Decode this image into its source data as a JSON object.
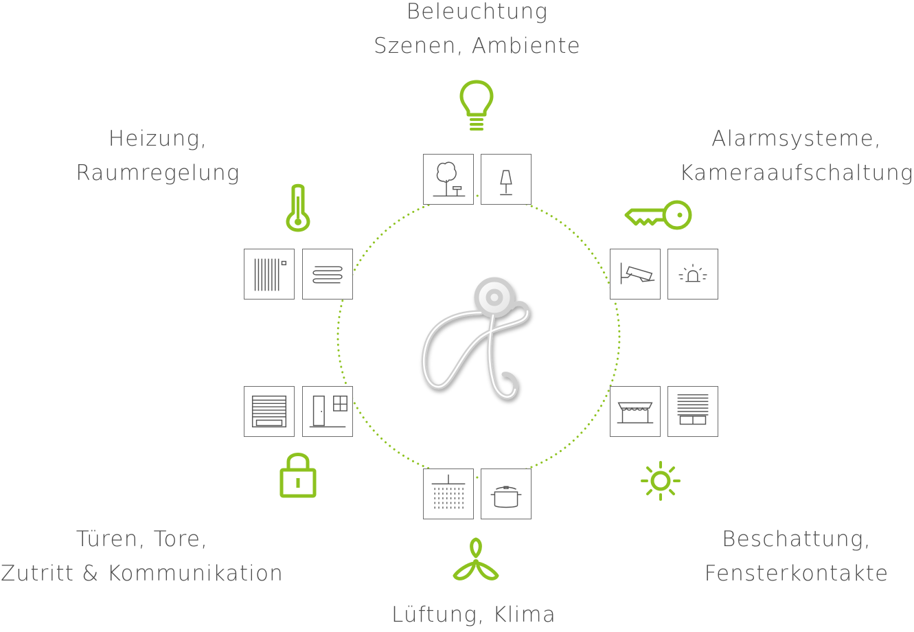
{
  "labels": {
    "lighting": [
      "Beleuchtung",
      "Szenen, Ambiente"
    ],
    "heating": [
      "Heizung,",
      "Raumregelung"
    ],
    "alarm": [
      "Alarmsysteme,",
      "Kameraaufschaltung"
    ],
    "doors": [
      "Türen, Tore,",
      "Zutritt & Kommunikation"
    ],
    "shading": [
      "Beschattung,",
      "Fensterkontakte"
    ],
    "ventilation": [
      "Lüftung, Klima"
    ]
  },
  "category_icons": {
    "lighting": "light-bulb-icon",
    "heating": "thermometer-icon",
    "alarm": "key-icon",
    "doors": "padlock-icon",
    "shading": "sun-icon",
    "ventilation": "fan-icon"
  },
  "tile_icons": {
    "lighting": [
      "garden-lamp-icon",
      "table-lamp-icon"
    ],
    "heating": [
      "radiator-icon",
      "floor-heating-icon"
    ],
    "alarm": [
      "security-camera-icon",
      "siren-icon"
    ],
    "doors": [
      "roller-shutter-icon",
      "door-window-icon"
    ],
    "shading": [
      "awning-icon",
      "blind-icon"
    ],
    "ventilation": [
      "shower-icon",
      "cooking-pot-icon"
    ]
  },
  "colors": {
    "accent_green": "#8dc21f",
    "text": "#4d4d4d",
    "tile_border": "#6d6d6d"
  }
}
